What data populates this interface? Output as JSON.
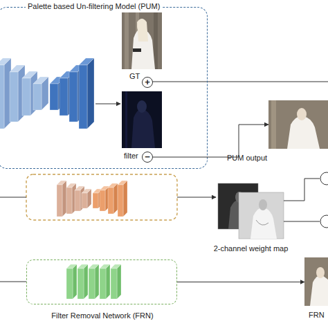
{
  "diagram": {
    "nodes": [
      {
        "text": [
          "Palette based Un-filtering Model (PUM)"
        ]
      },
      {
        "text": [
          "GT"
        ],
        "in": 0
      },
      {
        "text": [
          "+"
        ],
        "in": 0
      },
      {
        "text": [
          "filter"
        ],
        "in": 0
      },
      {
        "text": [
          "−"
        ],
        "in": 0
      },
      {
        "text": [
          "PUM output"
        ]
      },
      {
        "text": [
          "2-channel weight map"
        ]
      },
      {
        "text": [
          "Filter Removal Network (FRN)"
        ]
      },
      {
        "text": [
          "FRN"
        ]
      }
    ],
    "edges": [
      {
        "from": 4,
        "to": 5,
        "arrow": "to"
      },
      {
        "from": 7,
        "to": 8,
        "arrow": "to"
      }
    ]
  }
}
